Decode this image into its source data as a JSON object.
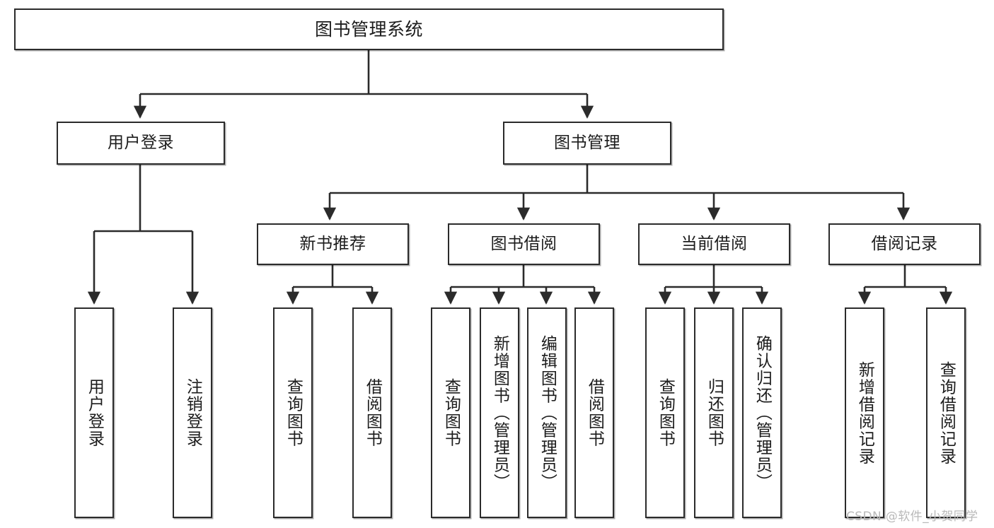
{
  "diagram": {
    "title": "图书管理系统",
    "type": "tree-hierarchy-chart",
    "watermark": "CSDN @软件_小贺同学",
    "colors": {
      "stroke": "#2b2b2b",
      "fill": "#ffffff",
      "text": "#1c1c1c",
      "watermark": "#b9b9b9"
    },
    "nodes": {
      "root": {
        "label": "图书管理系统"
      },
      "level1": [
        {
          "label": "用户登录"
        },
        {
          "label": "图书管理"
        }
      ],
      "level2": [
        {
          "label": "新书推荐"
        },
        {
          "label": "图书借阅"
        },
        {
          "label": "当前借阅"
        },
        {
          "label": "借阅记录"
        }
      ],
      "leaves": {
        "user_login": [
          {
            "label": "用户登录"
          },
          {
            "label": "注销登录"
          }
        ],
        "new_book_recommend": [
          {
            "label": "查询图书"
          },
          {
            "label": "借阅图书"
          }
        ],
        "book_borrow": [
          {
            "label": "查询图书"
          },
          {
            "label": "新增图书（管理员）"
          },
          {
            "label": "编辑图书（管理员）"
          },
          {
            "label": "借阅图书"
          }
        ],
        "current_borrow": [
          {
            "label": "查询图书"
          },
          {
            "label": "归还图书"
          },
          {
            "label": "确认归还（管理员）"
          }
        ],
        "borrow_record": [
          {
            "label": "新增借阅记录"
          },
          {
            "label": "查询借阅记录"
          }
        ]
      }
    }
  }
}
